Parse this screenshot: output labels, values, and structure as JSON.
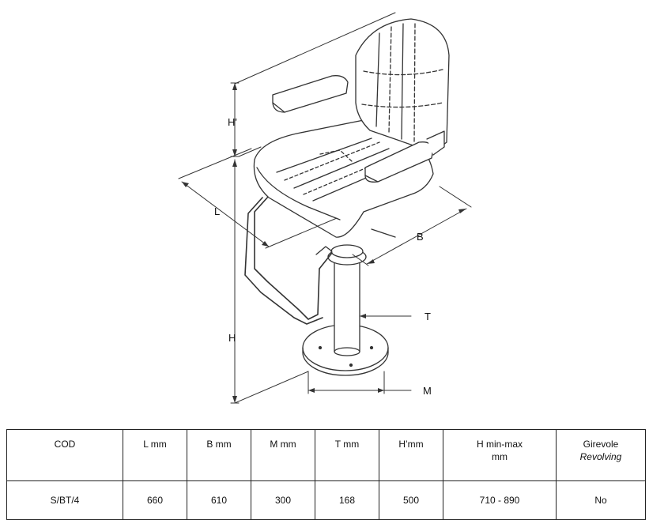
{
  "drawing": {
    "dimension_labels": {
      "h_prime": "H'",
      "l": "L",
      "b": "B",
      "t": "T",
      "h": "H",
      "m": "M"
    }
  },
  "table": {
    "headers": [
      {
        "label": "COD",
        "sub": ""
      },
      {
        "label": "L mm",
        "sub": ""
      },
      {
        "label": "B mm",
        "sub": ""
      },
      {
        "label": "M mm",
        "sub": ""
      },
      {
        "label": "T mm",
        "sub": ""
      },
      {
        "label": "H’mm",
        "sub": ""
      },
      {
        "label": "H min-max",
        "sub": "mm"
      },
      {
        "label": "Girevole",
        "sub": "Revolving"
      }
    ],
    "row": [
      "S/BT/4",
      "660",
      "610",
      "300",
      "168",
      "500",
      "710 - 890",
      "No"
    ]
  }
}
